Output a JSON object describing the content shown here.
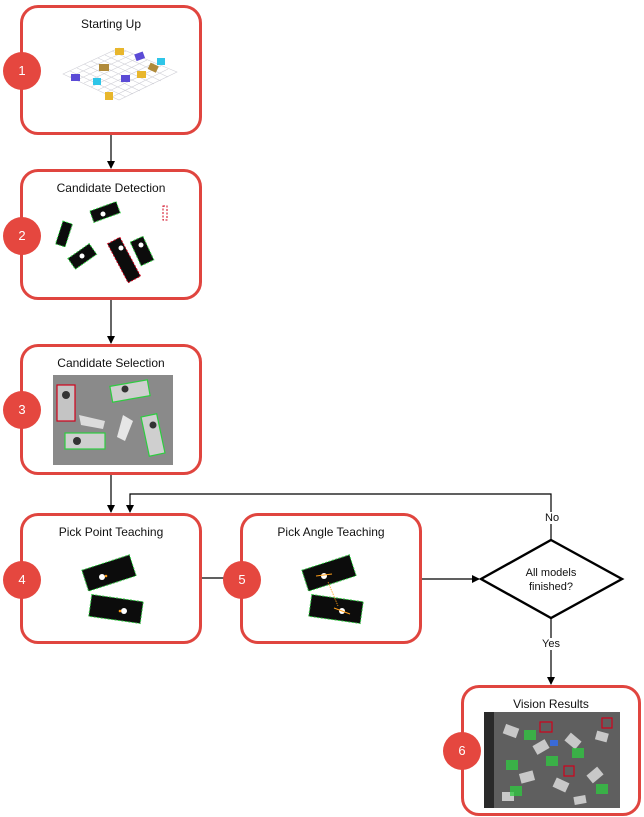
{
  "steps": [
    {
      "number": "1",
      "title": "Starting Up"
    },
    {
      "number": "2",
      "title": "Candidate Detection"
    },
    {
      "number": "3",
      "title": "Candidate Selection"
    },
    {
      "number": "4",
      "title": "Pick Point Teaching"
    },
    {
      "number": "5",
      "title": "Pick Angle Teaching"
    },
    {
      "number": "6",
      "title": "Vision Results"
    }
  ],
  "decision": {
    "line1": "All models",
    "line2": "finished?"
  },
  "labels": {
    "no": "No",
    "yes": "Yes"
  },
  "colors": {
    "accent": "#e0453f",
    "badge": "#e5473f",
    "detect_ok": "#2ecc40",
    "detect_reject": "#d0021b",
    "pick_mark": "#ff9f1a"
  }
}
